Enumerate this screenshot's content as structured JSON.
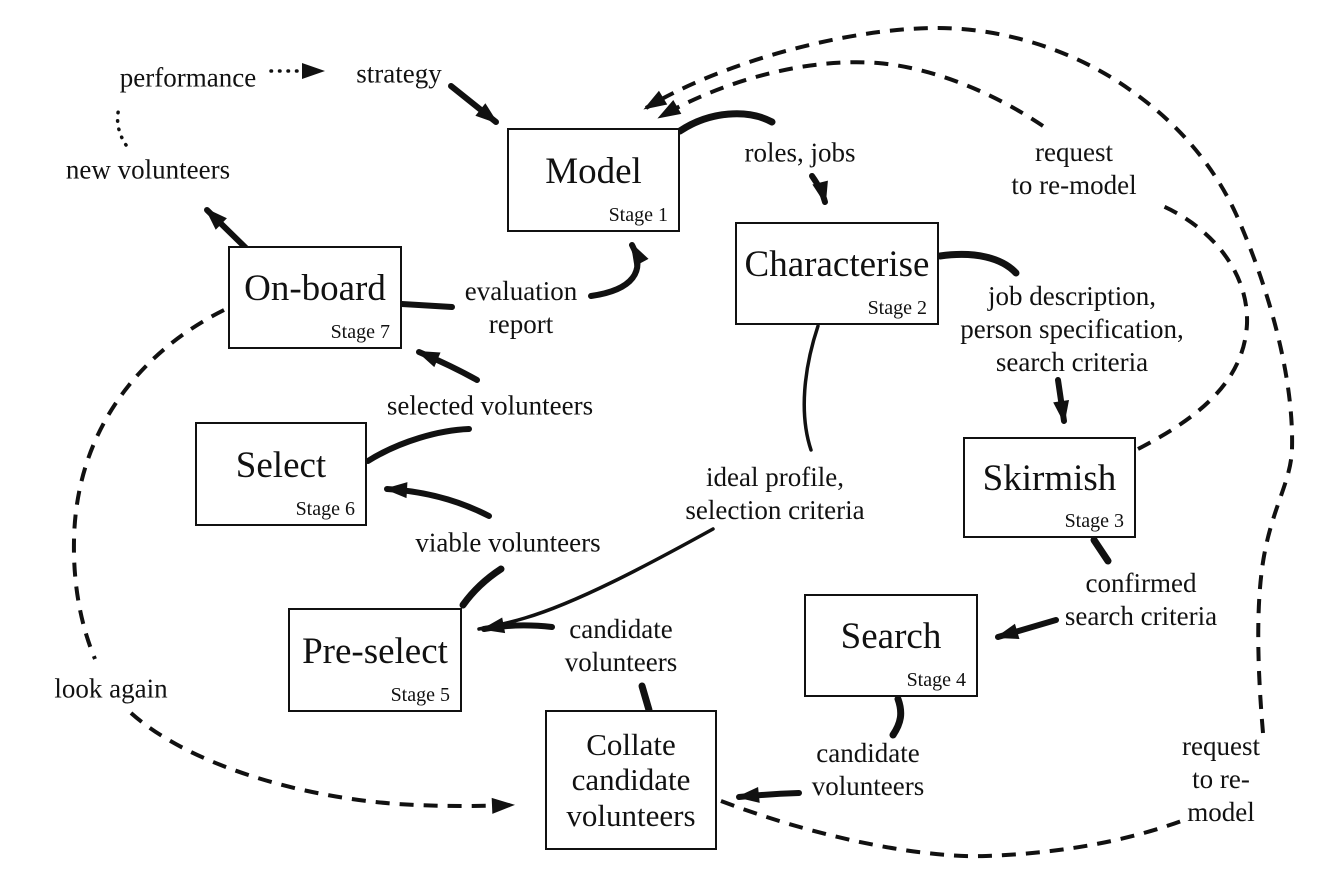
{
  "boxes": {
    "model": {
      "title": "Model",
      "stage": "Stage 1"
    },
    "characterise": {
      "title": "Characterise",
      "stage": "Stage 2"
    },
    "skirmish": {
      "title": "Skirmish",
      "stage": "Stage 3"
    },
    "search": {
      "title": "Search",
      "stage": "Stage 4"
    },
    "preselect": {
      "title": "Pre-select",
      "stage": "Stage 5"
    },
    "select": {
      "title": "Select",
      "stage": "Stage 6"
    },
    "onboard": {
      "title": "On-board",
      "stage": "Stage 7"
    },
    "collate": {
      "title": "Collate\ncandidate\nvolunteers"
    }
  },
  "labels": {
    "performance": "performance",
    "strategy": "strategy",
    "new_volunteers": "new volunteers",
    "roles_jobs": "roles, jobs",
    "request_remodel_top": "request\nto re-model",
    "job_description": "job description,\nperson specification,\nsearch criteria",
    "confirmed_search": "confirmed\nsearch criteria",
    "candidate_volunteers_search": "candidate\nvolunteers",
    "candidate_volunteers_collate": "candidate\nvolunteers",
    "ideal_profile": "ideal profile,\nselection criteria",
    "viable_volunteers": "viable volunteers",
    "selected_volunteers": "selected volunteers",
    "evaluation_report": "evaluation\nreport",
    "look_again": "look again",
    "request_remodel_bottom": "request\nto re-model"
  },
  "colors": {
    "line": "#111111",
    "background": "#ffffff",
    "text": "#111111"
  }
}
